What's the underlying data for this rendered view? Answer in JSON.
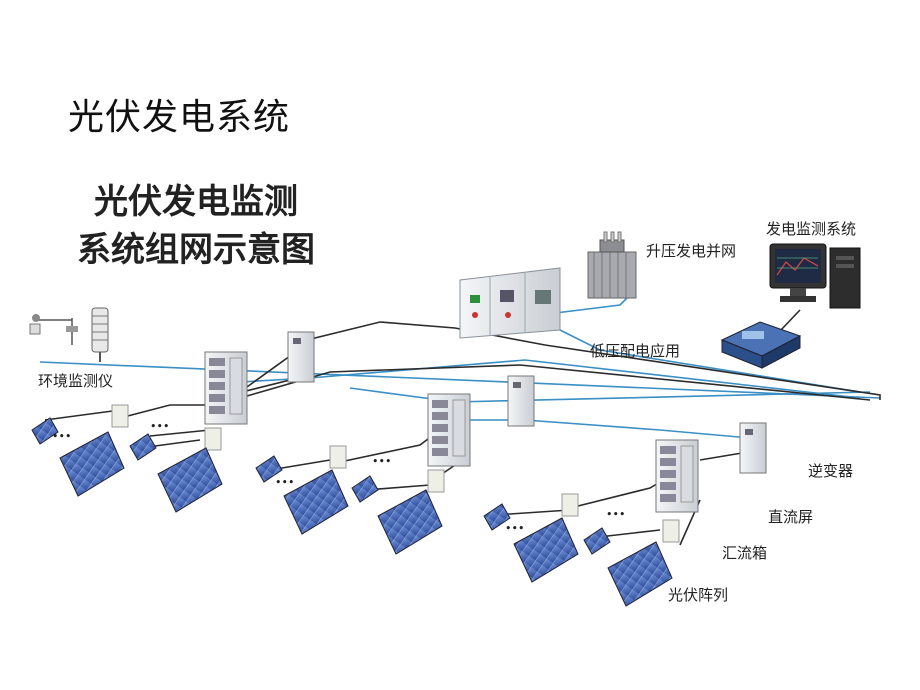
{
  "slide": {
    "title": "光伏发电系统"
  },
  "diagram": {
    "title_line1": "光伏发电监测",
    "title_line2": "系统组网示意图"
  },
  "labels": {
    "monitoring_system": "发电监测系统",
    "step_up_grid": "升压发电并网",
    "low_voltage": "低压配电应用",
    "env_monitor": "环境监测仪",
    "inverter": "逆变器",
    "dc_screen": "直流屏",
    "combiner_box": "汇流箱",
    "pv_array": "光伏阵列"
  },
  "dots": "•••",
  "colors": {
    "cable_blue": "#3a8fc4",
    "cable_dark": "#2b2b2b",
    "panel_blue": "#3d5fb0",
    "cabinet_gray": "#e3e6ea",
    "device_blue": "#2b4f8a"
  }
}
